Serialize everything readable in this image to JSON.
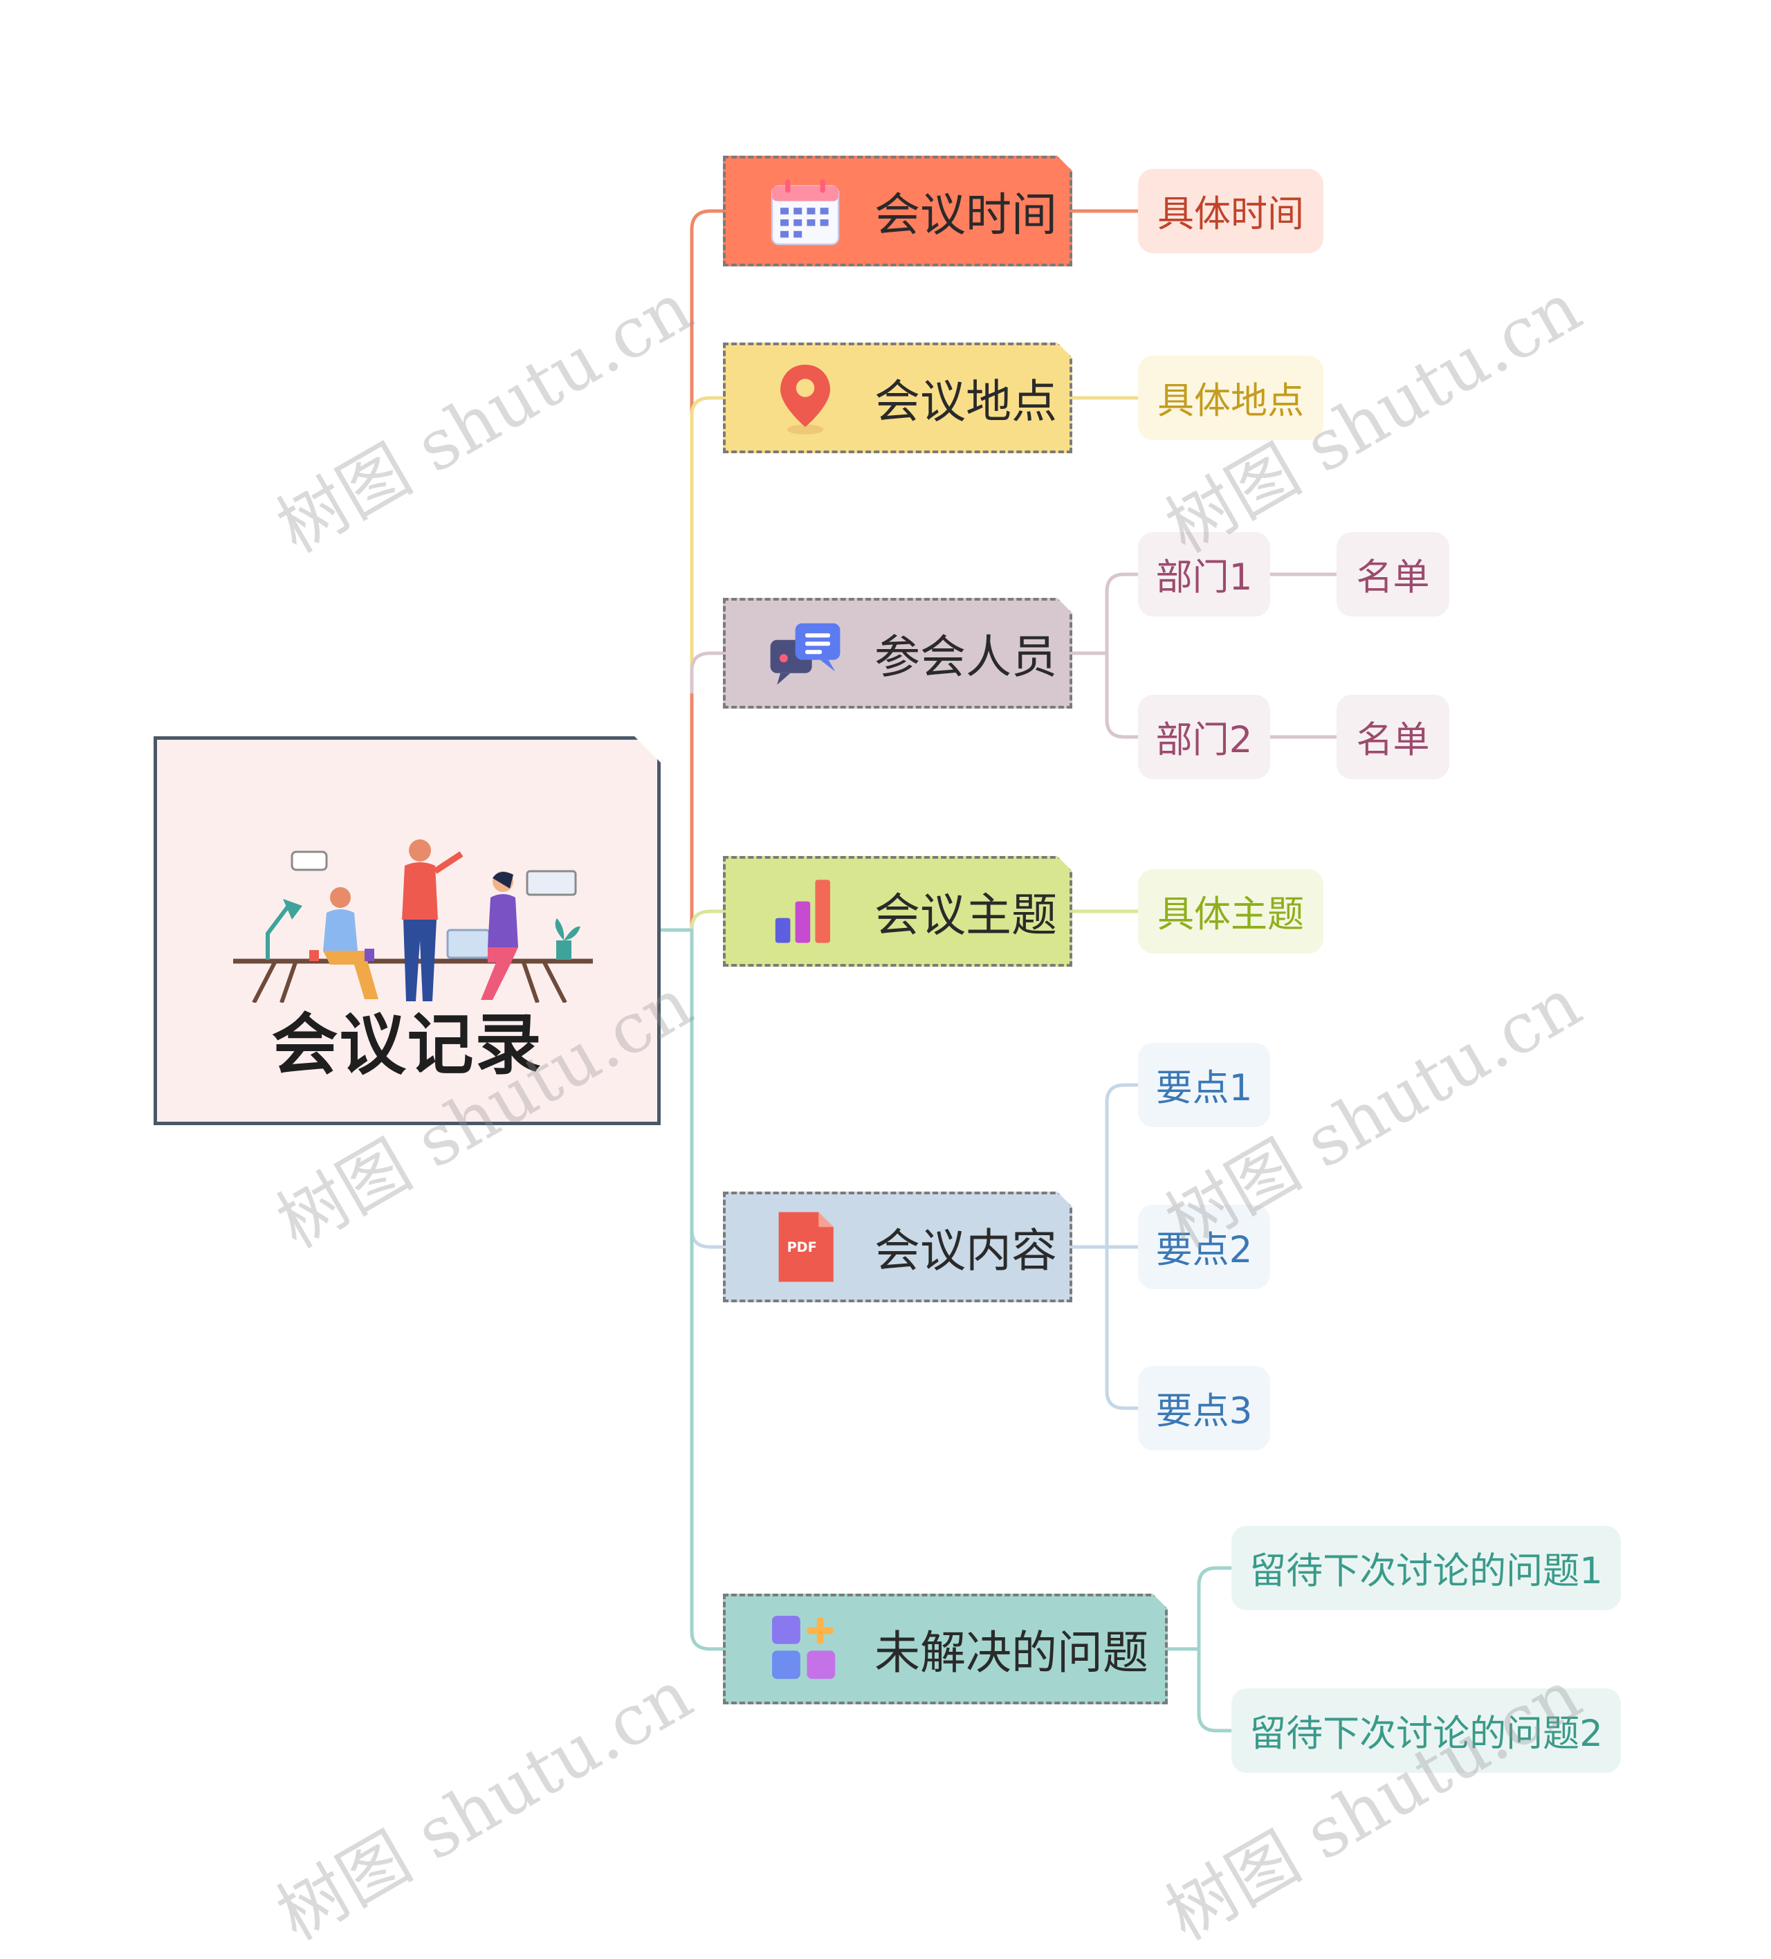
{
  "root": {
    "title": "会议记录",
    "illustration": "meeting-illustration"
  },
  "colors": {
    "line_time": "#f08868",
    "line_place": "#f3dd8c",
    "line_people": "#d8c6cc",
    "line_topic": "#d8e69a",
    "line_content": "#c5d7e6",
    "line_issues": "#a0d3cb"
  },
  "branches": {
    "time": {
      "label": "会议时间",
      "icon": "calendar-icon",
      "bg": "#ff7f5f",
      "leaf": "具体时间"
    },
    "place": {
      "label": "会议地点",
      "icon": "location-pin-icon",
      "bg": "#f9de8a",
      "leaf": "具体地点"
    },
    "people": {
      "label": "参会人员",
      "icon": "chat-bubbles-icon",
      "bg": "#d7c8cf",
      "depts": [
        {
          "label": "部门1",
          "child": "名单"
        },
        {
          "label": "部门2",
          "child": "名单"
        }
      ]
    },
    "topic": {
      "label": "会议主题",
      "icon": "bar-chart-icon",
      "bg": "#d8e68f",
      "leaf": "具体主题"
    },
    "content": {
      "label": "会议内容",
      "icon": "pdf-file-icon",
      "bg": "#c9d9e8",
      "points": [
        "要点1",
        "要点2",
        "要点3"
      ]
    },
    "issues": {
      "label": "未解决的问题",
      "icon": "add-blocks-icon",
      "bg": "#a4d6cf",
      "items": [
        "留待下次讨论的问题1",
        "留待下次讨论的问题2"
      ]
    }
  },
  "watermark": "树图 shutu.cn"
}
